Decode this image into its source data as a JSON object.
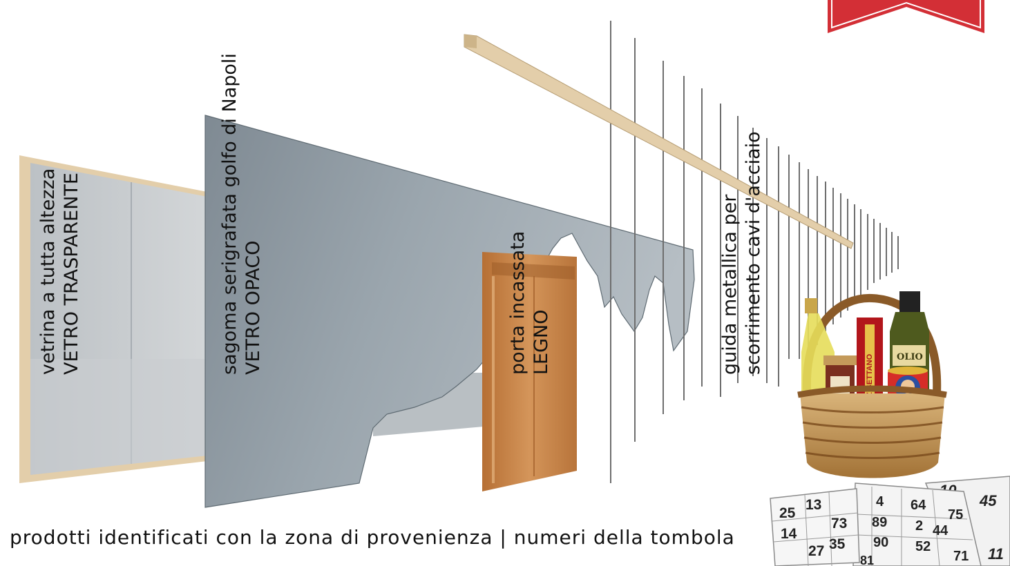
{
  "labels": {
    "showcase": {
      "line1": "vetrina a tutta altezza",
      "line2": "VETRO TRASPARENTE"
    },
    "silhouette": {
      "line1": "sagoma serigrafata golfo di Napoli",
      "line2": "VETRO OPACO"
    },
    "door": {
      "line1": "porta incassata",
      "line2": "LEGNO"
    },
    "rail": {
      "line1": "guida metallica per",
      "line2": "scorrimento cavi d'acciaio"
    }
  },
  "caption": "prodotti identificati con la zona di provenienza | numeri della tombola",
  "basket": {
    "bottle_label": "OLIO",
    "box_label": "ZIBETTANO"
  },
  "tombola": {
    "card_left": [
      "25",
      "13",
      "14",
      "73",
      "27",
      "35"
    ],
    "card_mid": [
      "4",
      "89",
      "90",
      "64",
      "2",
      "44",
      "52",
      "75",
      "71",
      "81"
    ],
    "card_right": [
      "10",
      "45",
      "11"
    ]
  },
  "colors": {
    "frame_wood": "#e3ceaa",
    "clear_glass": "#bfc4c9",
    "frosted_glass": "#8f9ba4",
    "door_wood": "#c58445",
    "banner_red": "#d32f36",
    "wicker": "#b9894c"
  }
}
